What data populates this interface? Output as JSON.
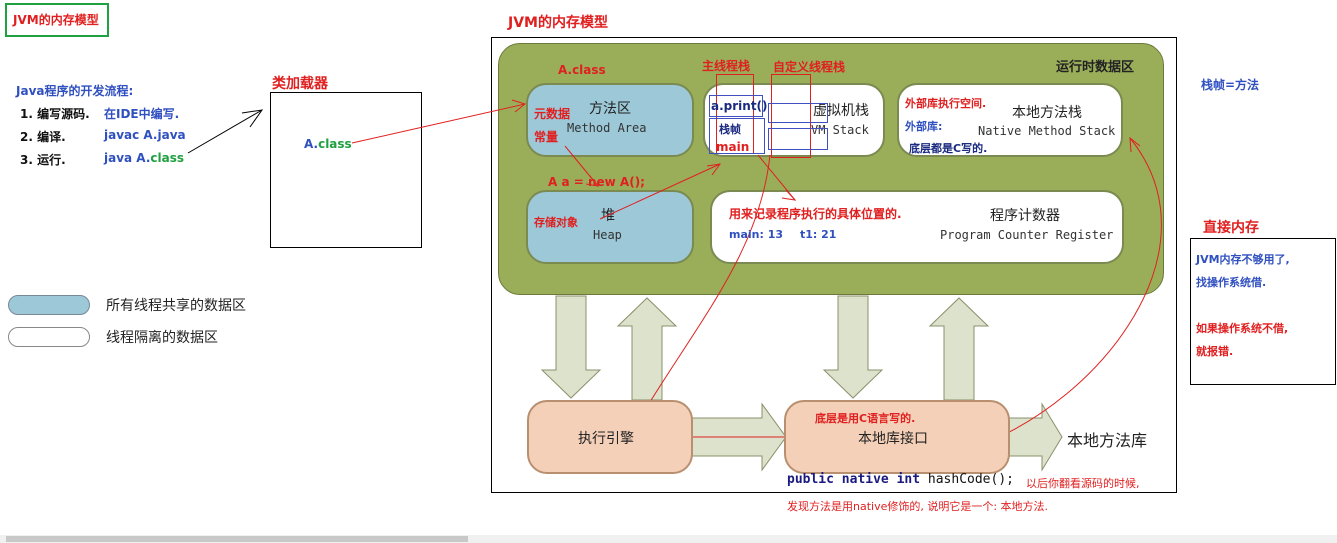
{
  "top_left_title": "JVM的内存模型",
  "diagram_title": "JVM的内存模型",
  "process": {
    "heading": "Java程序的开发流程:",
    "steps": [
      {
        "num": "1. 编写源码.",
        "detail": "在IDE中编写."
      },
      {
        "num": "2. 编译.",
        "detail": "javac A.java"
      },
      {
        "num": "3. 运行.",
        "detail_prefix": "java A.",
        "detail_suffix": "class"
      }
    ]
  },
  "class_loader": {
    "title": "类加载器",
    "content_prefix": "A.",
    "content_suffix": "class"
  },
  "legend": {
    "shared": "所有线程共享的数据区",
    "isolated": "线程隔离的数据区"
  },
  "runtime": {
    "title": "运行时数据区",
    "method_area": {
      "cn": "方法区",
      "en": "Method Area"
    },
    "vm_stack": {
      "cn": "虚拟机栈",
      "en": "VM Stack"
    },
    "native_stack": {
      "cn": "本地方法栈",
      "en": "Native Method Stack"
    },
    "heap": {
      "cn": "堆",
      "en": "Heap"
    },
    "pc": {
      "cn": "程序计数器",
      "en": "Program Counter Register"
    }
  },
  "annotations": {
    "a_class": "A.class",
    "metadata": "元数据",
    "constant": "常量",
    "main_stack": "主线程栈",
    "custom_stack": "自定义线程栈",
    "a_print": "a.print()",
    "stack_frame": "栈帧",
    "main": "main",
    "native_space": "外部库执行空间.",
    "native_lib": "外部库:",
    "native_c": "底层都是C写的.",
    "new_a": "A a = new A();",
    "store_objects": "存储对象",
    "pc_desc": "用来记录程序执行的具体位置的.",
    "pc_main": "main: 13",
    "pc_t1": "t1: 21",
    "native_interface_note": "底层是用C语言写的."
  },
  "engine": {
    "exec": "执行引擎",
    "native_interface": "本地库接口",
    "native_library": "本地方法库"
  },
  "code_line": {
    "keywords": "public native int",
    "rest": "hashCode();",
    "note1": "以后你翻看源码的时候,",
    "note2": "发现方法是用native修饰的, 说明它是一个: 本地方法."
  },
  "stack_note": "栈帧=方法",
  "direct_memory": {
    "title": "直接内存",
    "lines": [
      "JVM内存不够用了,",
      "找操作系统借.",
      "",
      "如果操作系统不借,",
      "就报错."
    ]
  },
  "colors": {
    "runtime_bg": "#9aae5a",
    "shared": "#9cc8d8",
    "engine": "#f5d0b8",
    "annotation_red": "#e02020",
    "annotation_blue": "#3050c0"
  }
}
